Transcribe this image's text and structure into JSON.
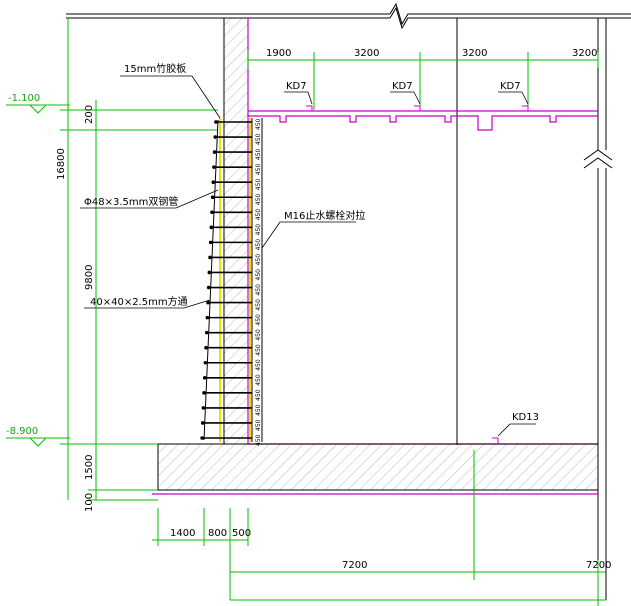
{
  "labels": {
    "formwork_board": "15mm竹胶板",
    "steel_pipe": "Φ48×3.5mm双钢管",
    "tie_bolt": "M16止水螺栓对拉",
    "square_timber": "40×40×2.5mm方通",
    "kd7_a": "KD7",
    "kd7_b": "KD7",
    "kd7_c": "KD7",
    "kd13": "KD13"
  },
  "elevations": {
    "top": "-1.100",
    "bottom": "-8.900"
  },
  "dimensions": {
    "top": [
      "1900",
      "3200",
      "3200",
      "3200"
    ],
    "left_total": "16800",
    "left_200": "200",
    "left_9800": "9800",
    "left_1500": "1500",
    "left_100": "100",
    "bottom_1400": "1400",
    "bottom_800": "800",
    "bottom_500": "500",
    "bottom_7200": "7200",
    "bottom_7200_end": "7200"
  },
  "tie_spacing_label": "450",
  "colors": {
    "green": "#00c000",
    "magenta": "#cc00cc",
    "black": "#000000",
    "yellow": "#e6e600",
    "hatch": "#9a9a9a"
  }
}
